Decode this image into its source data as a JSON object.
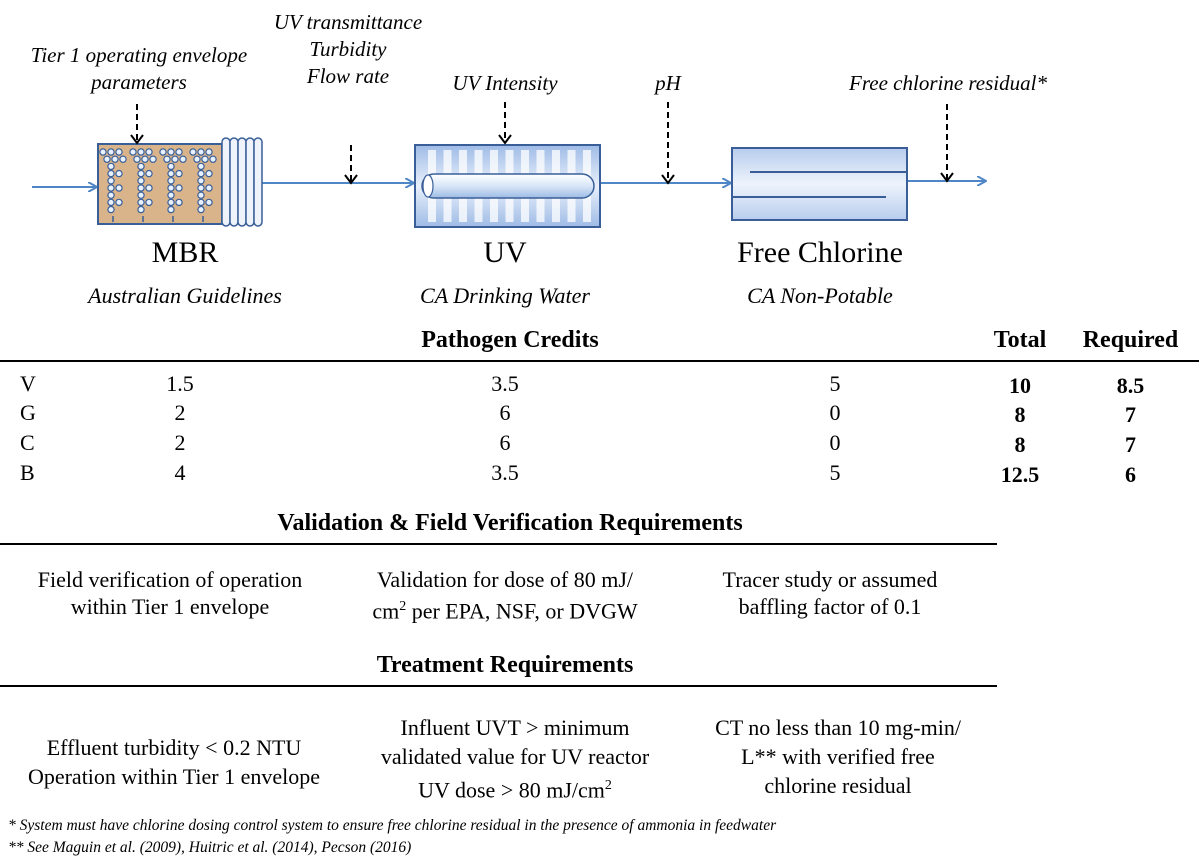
{
  "process": {
    "params": {
      "tier1": [
        "Tier 1 operating envelope",
        "parameters"
      ],
      "uvt": [
        "UV transmittance",
        "Turbidity",
        "Flow rate"
      ],
      "intensity": "UV Intensity",
      "ph": "pH",
      "chlorine": "Free chlorine residual*"
    },
    "units": [
      {
        "name": "MBR",
        "basis": "Australian Guidelines"
      },
      {
        "name": "UV",
        "basis": "CA Drinking Water"
      },
      {
        "name": "Free Chlorine",
        "basis": "CA Non-Potable"
      }
    ],
    "colors": {
      "arrow": "#4f86c6",
      "mbr_fill": "#d9b48a",
      "uv_fill": "#c9daf5",
      "outline": "#3a5f98"
    }
  },
  "pathogen_credits": {
    "title": "Pathogen Credits",
    "total_header": "Total",
    "required_header": "Required",
    "rows": [
      {
        "label": "V",
        "mbr": "1.5",
        "uv": "3.5",
        "cl": "5",
        "total": "10",
        "required": "8.5"
      },
      {
        "label": "G",
        "mbr": "2",
        "uv": "6",
        "cl": "0",
        "total": "8",
        "required": "7"
      },
      {
        "label": "C",
        "mbr": "2",
        "uv": "6",
        "cl": "0",
        "total": "8",
        "required": "7"
      },
      {
        "label": "B",
        "mbr": "4",
        "uv": "3.5",
        "cl": "5",
        "total": "12.5",
        "required": "6"
      }
    ]
  },
  "validation": {
    "title": "Validation & Field Verification Requirements",
    "mbr": [
      "Field verification of operation",
      "within Tier 1 envelope"
    ],
    "uv": {
      "line1": "Validation for dose of 80 mJ/",
      "line2a": "cm",
      "sup": "2",
      "line2b": " per EPA, NSF, or DVGW"
    },
    "cl": [
      "Tracer study or assumed",
      "baffling factor of 0.1"
    ]
  },
  "treatment": {
    "title": "Treatment Requirements",
    "mbr": [
      "Effluent turbidity < 0.2 NTU",
      "Operation within Tier 1 envelope"
    ],
    "uv": {
      "line1": "Influent UVT > minimum",
      "line2": "validated value for  UV reactor",
      "line3a": "UV dose > 80 mJ/cm",
      "sup": "2"
    },
    "cl": [
      "CT no less than 10 mg-min/",
      "L** with verified free",
      "chlorine residual"
    ]
  },
  "footnotes": [
    "* System must have chlorine dosing control system to ensure free chlorine residual in the presence of ammonia in feedwater",
    "** See Maguin et al. (2009), Huitric et al. (2014), Pecson (2016)"
  ]
}
